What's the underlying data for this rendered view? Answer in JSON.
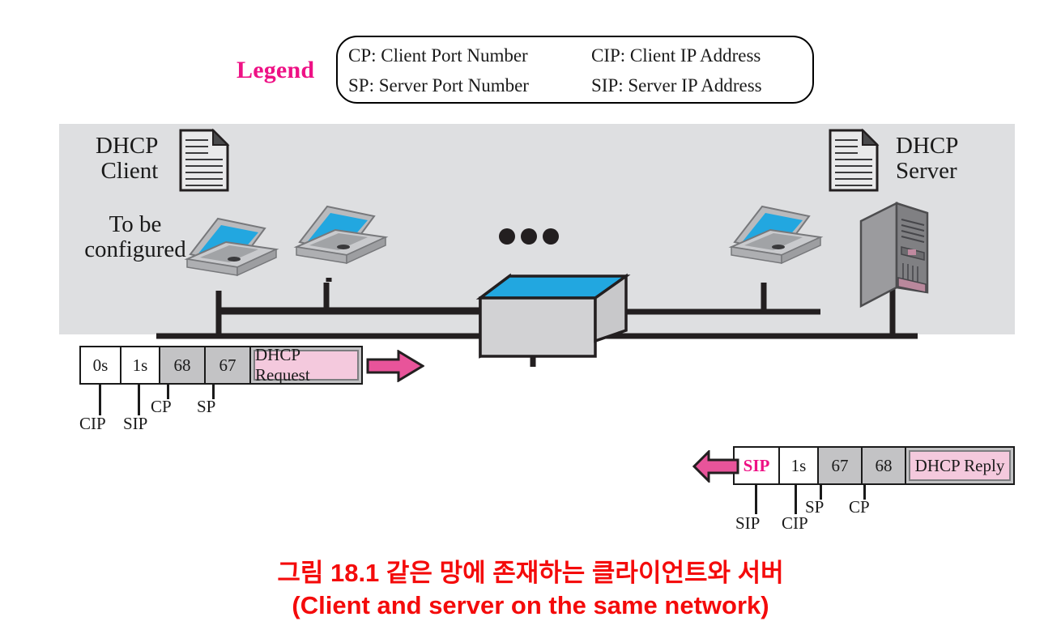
{
  "legend": {
    "title": "Legend",
    "entries": [
      "CP: Client Port Number",
      "CIP: Client IP Address",
      "SP: Server Port Number",
      "SIP: Server IP Address"
    ]
  },
  "network": {
    "client_label_line1": "DHCP",
    "client_label_line2": "Client",
    "server_label_line1": "DHCP",
    "server_label_line2": "Server",
    "to_be_configured_line1": "To be",
    "to_be_configured_line2": "configured",
    "ellipsis": "• • •"
  },
  "packets": {
    "request": {
      "cells": [
        {
          "value": "0s",
          "style": "white",
          "tag": "CIP"
        },
        {
          "value": "1s",
          "style": "white",
          "tag": "SIP"
        },
        {
          "value": "68",
          "style": "gray",
          "tag": "CP"
        },
        {
          "value": "67",
          "style": "gray",
          "tag": "SP"
        }
      ],
      "payload": "DHCP Request",
      "direction": "right"
    },
    "reply": {
      "cells": [
        {
          "value": "SIP",
          "style": "magenta",
          "tag": "SIP"
        },
        {
          "value": "1s",
          "style": "white",
          "tag": "CIP"
        },
        {
          "value": "67",
          "style": "gray",
          "tag": "SP"
        },
        {
          "value": "68",
          "style": "gray",
          "tag": "CP"
        }
      ],
      "payload": "DHCP Reply",
      "direction": "left"
    }
  },
  "caption": {
    "line1": "그림 18.1 같은 망에 존재하는 클라이언트와 서버",
    "line2": "(Client and server on the same network)"
  },
  "colors": {
    "magenta": "#ee1185",
    "caption_red": "#f40b0b",
    "panel_gray": "#dedfe1",
    "arrow_pink": "#e8549a",
    "payload_pink": "#f4c9dd",
    "screen_blue": "#22a7e0"
  }
}
